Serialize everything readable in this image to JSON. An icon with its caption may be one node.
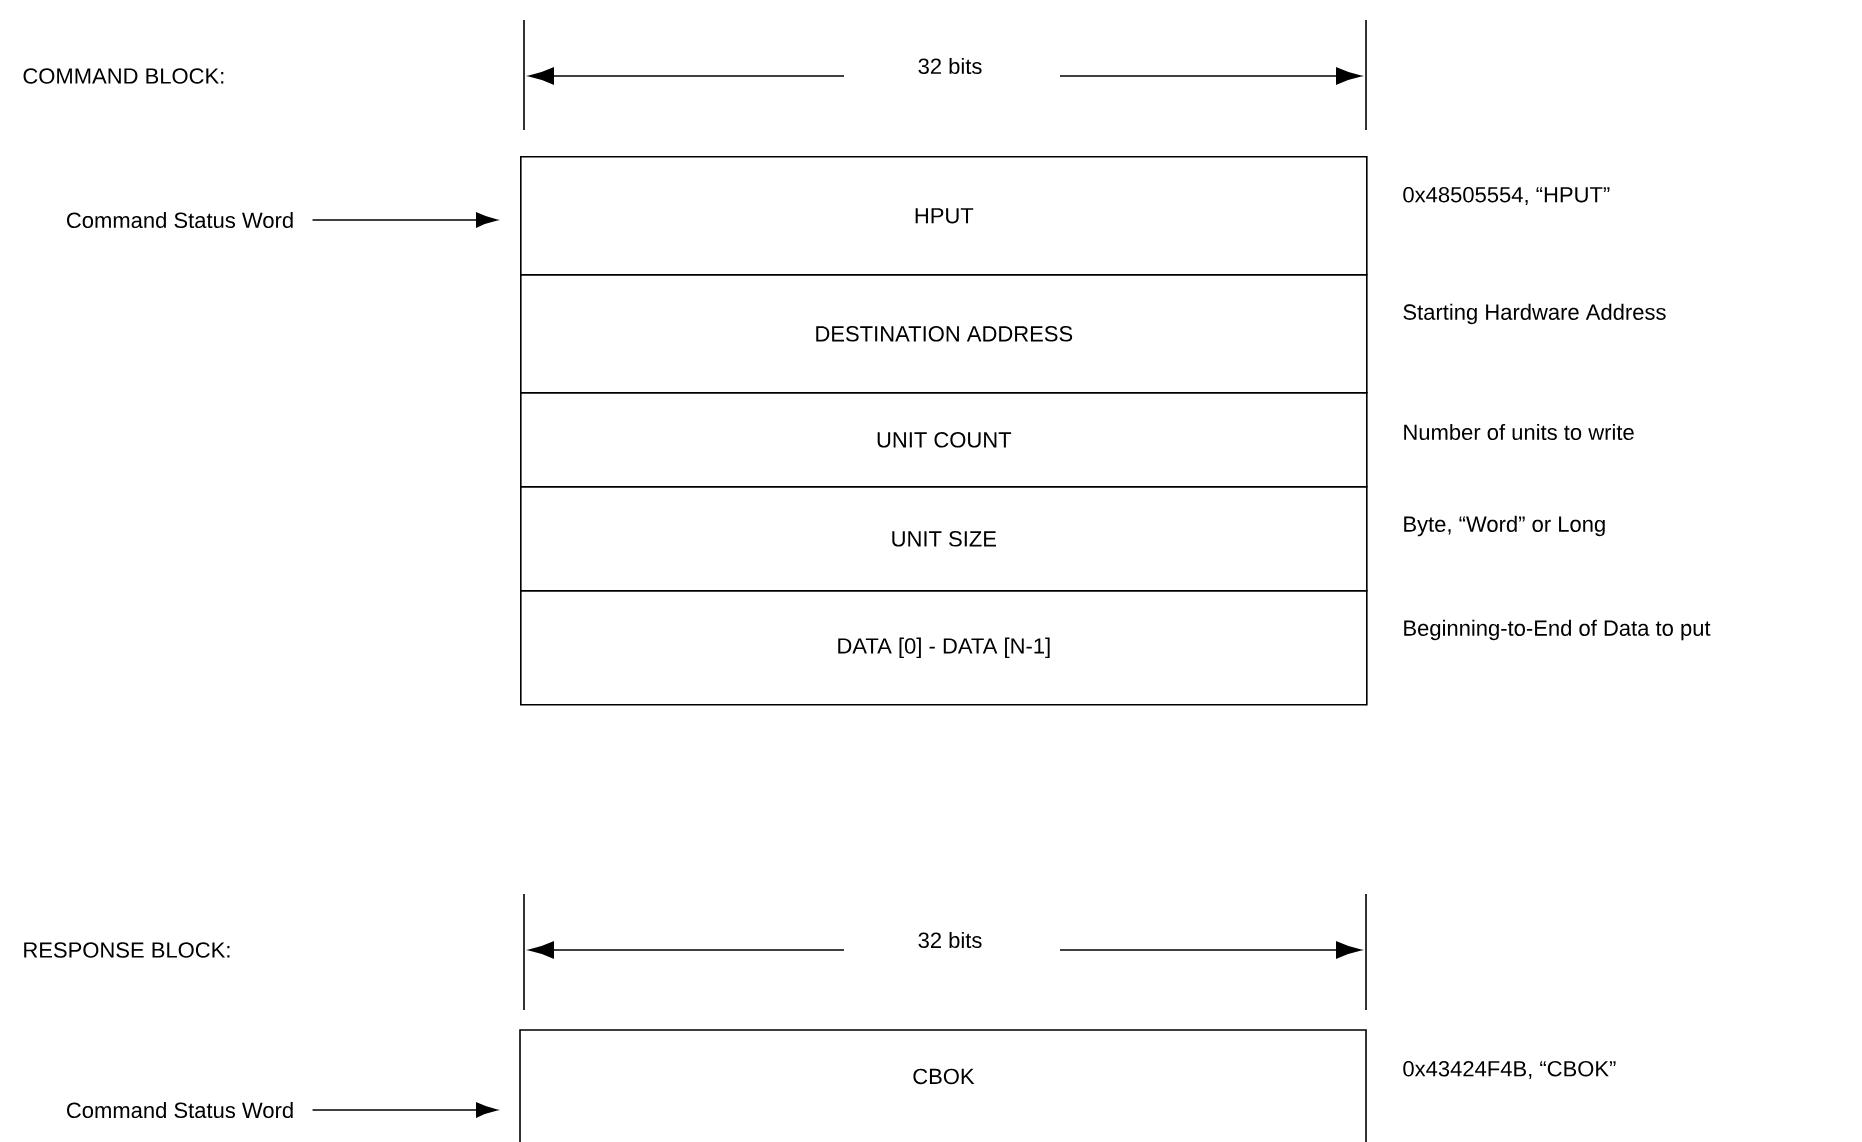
{
  "diagram": {
    "nodes": [
      {
        "text": [
          "Command Status Word"
        ]
      },
      {
        "text": [
          "HPUT"
        ],
        "beside": [
          "0x48505554, “HPUT”"
        ]
      },
      {
        "text": [
          "DESTINATION ADDRESS"
        ],
        "beside": [
          "Starting Hardware Address"
        ]
      },
      {
        "text": [
          "UNIT COUNT"
        ],
        "beside": [
          "Number of units to write"
        ]
      },
      {
        "text": [
          "UNIT SIZE"
        ],
        "beside": [
          "Byte, “Word” or Long"
        ]
      },
      {
        "text": [
          "DATA [0] - DATA [N-1]"
        ],
        "beside": [
          "Beginning-to-End of Data to put"
        ]
      },
      {
        "text": [
          "Command Status Word"
        ]
      },
      {
        "text": [
          "CBOK"
        ],
        "beside": [
          "0x43424F4B, “CBOK”"
        ]
      }
    ],
    "edges": [
      {
        "from": 0,
        "to": 1,
        "arrow": "to"
      },
      {
        "from": 6,
        "to": 7,
        "arrow": "to"
      }
    ],
    "labels": [
      "COMMAND BLOCK:",
      "32 bits",
      "RESPONSE BLOCK:",
      "32 bits"
    ]
  }
}
